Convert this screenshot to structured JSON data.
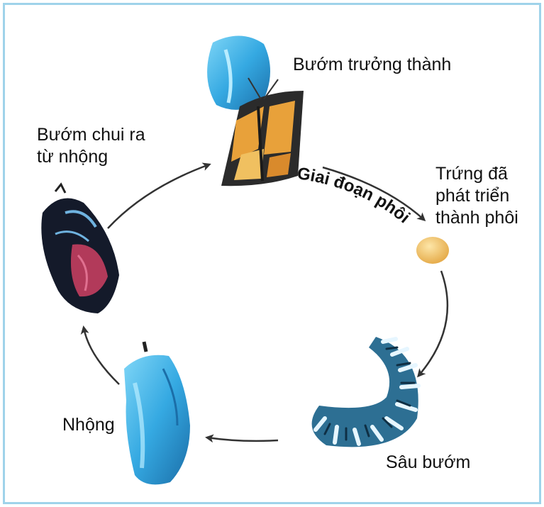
{
  "stages": {
    "adult": "Bướm trưởng thành",
    "emerging_line1": "Bướm chui ra",
    "emerging_line2": "từ nhộng",
    "egg_line1": "Trứng đã",
    "egg_line2": "phát triển",
    "egg_line3": "thành phôi",
    "larva": "Sâu bướm",
    "pupa": "Nhộng"
  },
  "arrow_label": "Giai đoạn phôi",
  "colors": {
    "border": "#9fd3ea",
    "pupa_blue": "#3fb0e6",
    "egg_yellow": "#f2c46a",
    "arrow": "#333333",
    "wing_orange": "#e8a13a"
  }
}
